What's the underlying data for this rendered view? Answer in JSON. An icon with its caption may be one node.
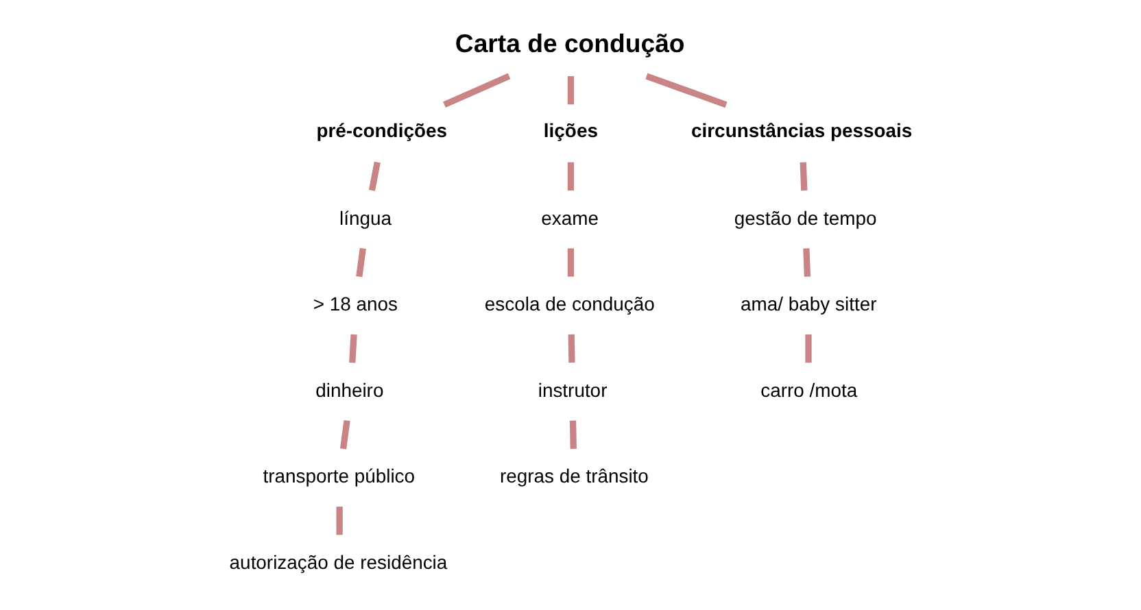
{
  "diagram": {
    "nodes": [
      {
        "text": [
          "Carta de condução"
        ]
      },
      {
        "text": [
          "pré-condições"
        ]
      },
      {
        "text": [
          "lições"
        ]
      },
      {
        "text": [
          "circunstâncias pessoais"
        ]
      },
      {
        "text": [
          "língua"
        ]
      },
      {
        "text": [
          "> 18 anos"
        ]
      },
      {
        "text": [
          "dinheiro"
        ]
      },
      {
        "text": [
          "transporte público"
        ]
      },
      {
        "text": [
          "autorização de residência"
        ]
      },
      {
        "text": [
          "exame"
        ]
      },
      {
        "text": [
          "escola de condução"
        ]
      },
      {
        "text": [
          "instrutor"
        ]
      },
      {
        "text": [
          "regras de trânsito"
        ]
      },
      {
        "text": [
          "gestão de tempo"
        ]
      },
      {
        "text": [
          "ama/ baby sitter"
        ]
      },
      {
        "text": [
          "carro /mota"
        ]
      }
    ],
    "edges": [
      {
        "from": 0,
        "to": 1,
        "arrow": "none"
      },
      {
        "from": 0,
        "to": 2,
        "arrow": "none"
      },
      {
        "from": 0,
        "to": 3,
        "arrow": "none"
      },
      {
        "from": 1,
        "to": 4,
        "arrow": "none"
      },
      {
        "from": 4,
        "to": 5,
        "arrow": "none"
      },
      {
        "from": 5,
        "to": 6,
        "arrow": "none"
      },
      {
        "from": 6,
        "to": 7,
        "arrow": "none"
      },
      {
        "from": 7,
        "to": 8,
        "arrow": "none"
      },
      {
        "from": 2,
        "to": 9,
        "arrow": "none"
      },
      {
        "from": 9,
        "to": 10,
        "arrow": "none"
      },
      {
        "from": 10,
        "to": 11,
        "arrow": "none"
      },
      {
        "from": 11,
        "to": 12,
        "arrow": "none"
      },
      {
        "from": 3,
        "to": 13,
        "arrow": "none"
      },
      {
        "from": 13,
        "to": 14,
        "arrow": "none"
      },
      {
        "from": 14,
        "to": 15,
        "arrow": "none"
      }
    ]
  }
}
